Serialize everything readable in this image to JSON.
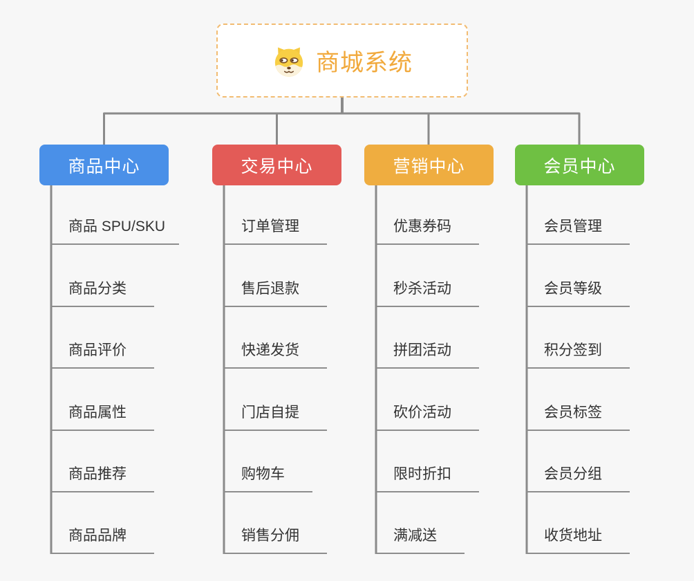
{
  "page": {
    "background": "#F7F7F7"
  },
  "root": {
    "title": "商城系统",
    "icon": "dog-face-icon",
    "text_color": "#F1A93C",
    "border_color": "#F2BC72"
  },
  "palette": {
    "connector": "#8A8A8A",
    "leaf_underline": "#8D8D8D",
    "leaf_text": "#333333"
  },
  "centers": [
    {
      "label": "商品中心",
      "color": "#4A90E8",
      "items": [
        "商品 SPU/SKU",
        "商品分类",
        "商品评价",
        "商品属性",
        "商品推荐",
        "商品品牌"
      ]
    },
    {
      "label": "交易中心",
      "color": "#E35B57",
      "items": [
        "订单管理",
        "售后退款",
        "快递发货",
        "门店自提",
        "购物车",
        "销售分佣"
      ]
    },
    {
      "label": "营销中心",
      "color": "#EFAD40",
      "items": [
        "优惠券码",
        "秒杀活动",
        "拼团活动",
        "砍价活动",
        "限时折扣",
        "满减送"
      ]
    },
    {
      "label": "会员中心",
      "color": "#6FC043",
      "items": [
        "会员管理",
        "会员等级",
        "积分签到",
        "会员标签",
        "会员分组",
        "收货地址"
      ]
    }
  ]
}
